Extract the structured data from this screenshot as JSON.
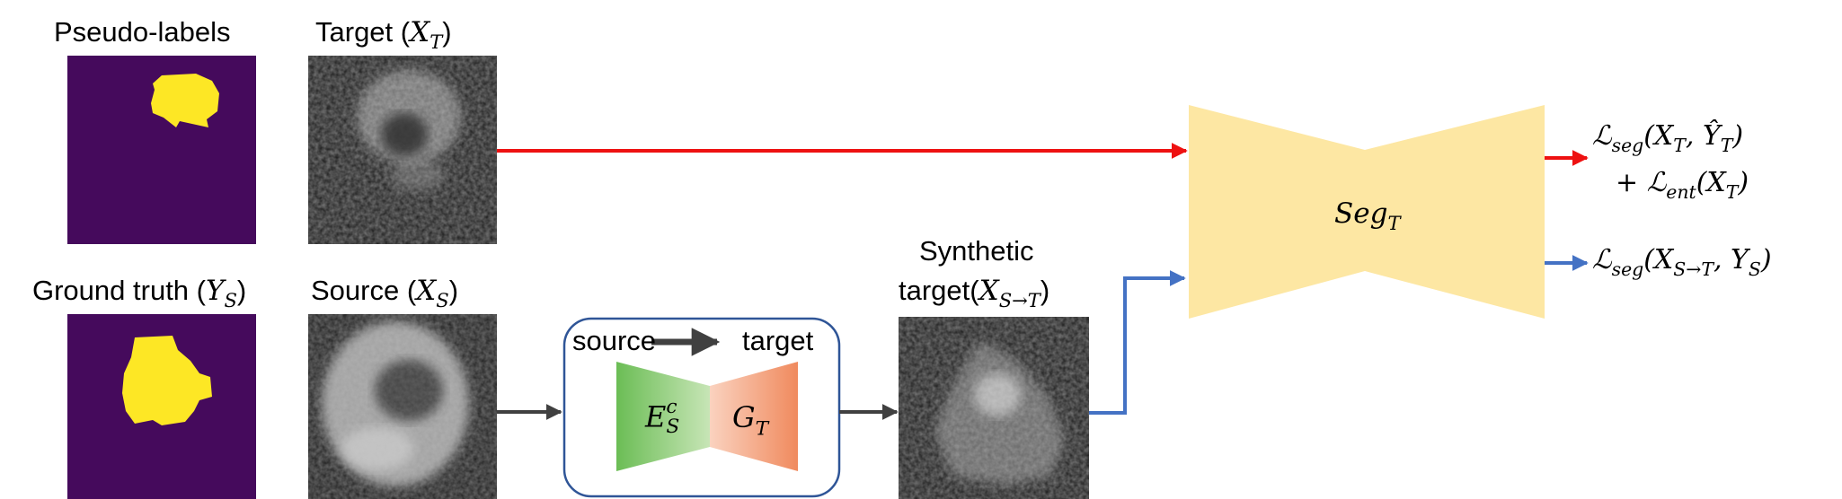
{
  "labels": {
    "pseudo_labels": "Pseudo-labels",
    "target_text": "Target (",
    "target_var": "X",
    "target_sub": "T",
    "close": ")",
    "ground_truth_text": "Ground truth (",
    "gt_var": "Y",
    "gt_sub": "S",
    "source_text": "Source  (",
    "source_var": "X",
    "source_sub": "S",
    "synthetic_line1": "Synthetic",
    "synthetic_text": "target(",
    "synthetic_var": "X",
    "synthetic_sub": "S→T"
  },
  "translator": {
    "source": "source",
    "target": "target",
    "encoder_var": "E",
    "encoder_sup": "c",
    "encoder_sub": "S",
    "generator_var": "G",
    "generator_sub": "T"
  },
  "segmenter": {
    "var": "Seg",
    "sub": "T"
  },
  "loss_target": {
    "L": "ℒ",
    "seg": "seg",
    "x": "X",
    "t": "T",
    "yhat": "Ŷ",
    "comma": ", ",
    "close": ")",
    "open": "(",
    "plus": "+ ",
    "ent": "ent"
  },
  "loss_source": {
    "L": "ℒ",
    "seg": "seg",
    "x": "X",
    "st": "S→T",
    "y": "Y",
    "s": "S",
    "comma": ", ",
    "open": "(",
    "close": ")"
  },
  "colors": {
    "mask_bg": "#450a5c",
    "mask_fg": "#fde725",
    "red_arrow": "#ee1111",
    "blue_arrow": "#4472c4",
    "dark_arrow": "#404040",
    "segmenter": "#fde7a3",
    "encoder": "#9fd18a",
    "generator": "#f4a07c",
    "box_border": "#2f5597"
  }
}
